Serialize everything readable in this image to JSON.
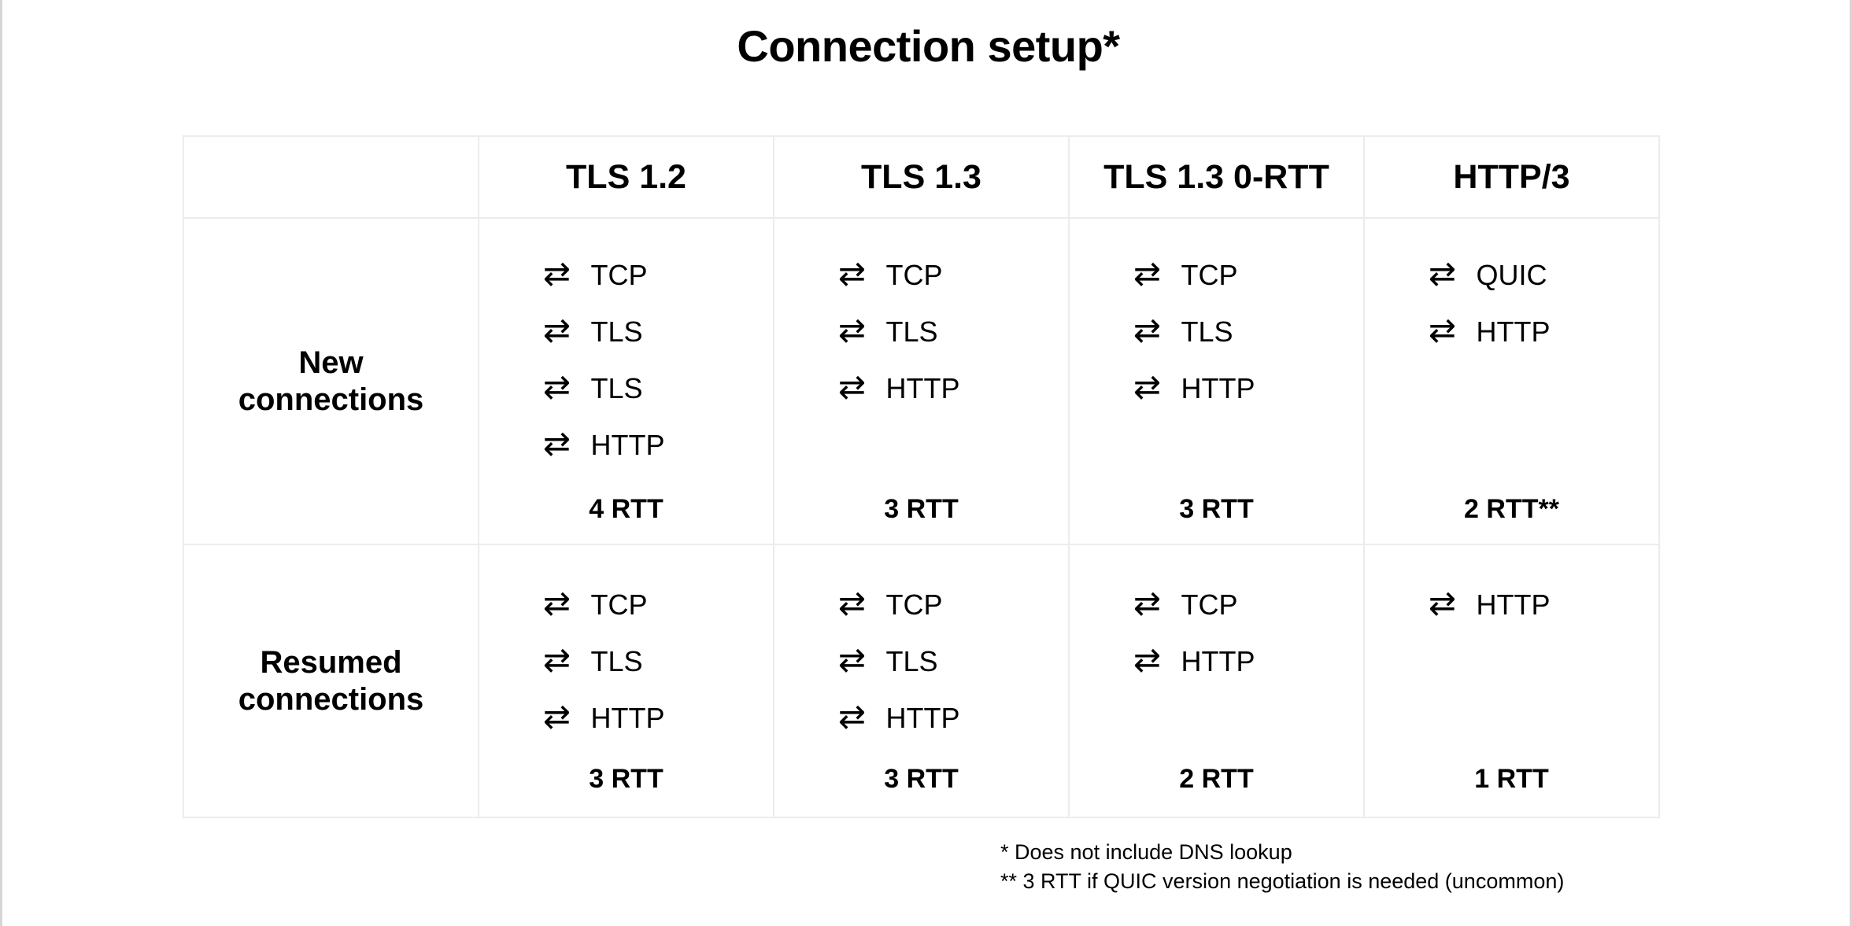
{
  "title": "Connection setup*",
  "table": {
    "corner_label": "",
    "columns": [
      "TLS 1.2",
      "TLS 1.3",
      "TLS 1.3 0-RTT",
      "HTTP/3"
    ],
    "rows": [
      {
        "label": "New\nconnections",
        "cells": [
          {
            "steps": [
              "TCP",
              "TLS",
              "TLS",
              "HTTP"
            ],
            "rtt": "4 RTT"
          },
          {
            "steps": [
              "TCP",
              "TLS",
              "HTTP"
            ],
            "rtt": "3 RTT"
          },
          {
            "steps": [
              "TCP",
              "TLS",
              "HTTP"
            ],
            "rtt": "3 RTT"
          },
          {
            "steps": [
              "QUIC",
              "HTTP"
            ],
            "rtt": "2 RTT**"
          }
        ]
      },
      {
        "label": "Resumed\nconnections",
        "cells": [
          {
            "steps": [
              "TCP",
              "TLS",
              "HTTP"
            ],
            "rtt": "3 RTT"
          },
          {
            "steps": [
              "TCP",
              "TLS",
              "HTTP"
            ],
            "rtt": "3 RTT"
          },
          {
            "steps": [
              "TCP",
              "HTTP"
            ],
            "rtt": "2 RTT"
          },
          {
            "steps": [
              "HTTP"
            ],
            "rtt": "1 RTT"
          }
        ]
      }
    ]
  },
  "icons": {
    "roundtrip_arrow": "⇄"
  },
  "footnotes": [
    "* Does not include DNS lookup",
    "** 3 RTT if QUIC version negotiation is needed (uncommon)"
  ],
  "colors": {
    "background": "#ffffff",
    "text": "#000000",
    "grid_line": "#ececec",
    "slide_edge": "#d4d6d8"
  }
}
